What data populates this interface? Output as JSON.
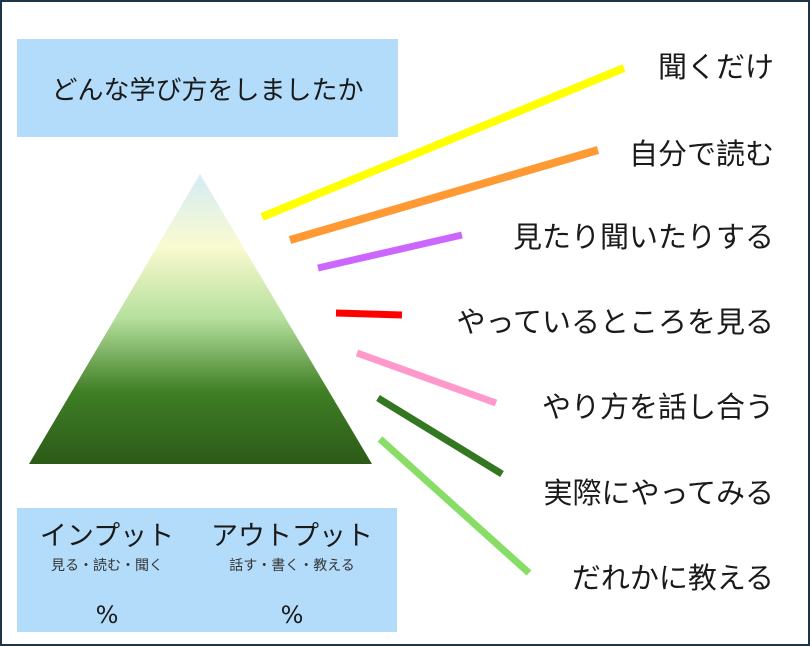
{
  "title": "どんな学び方をしましたか",
  "levels": [
    {
      "label": "聞くだけ",
      "color": "#ffff00"
    },
    {
      "label": "自分で読む",
      "color": "#ff9933"
    },
    {
      "label": "見たり聞いたりする",
      "color": "#cc66ff"
    },
    {
      "label": "やっているところを見る",
      "color": "#ff0000"
    },
    {
      "label": "やり方を話し合う",
      "color": "#ff99cc"
    },
    {
      "label": "実際にやってみる",
      "color": "#337722"
    },
    {
      "label": "だれかに教える",
      "color": "#88dd66"
    }
  ],
  "input": {
    "heading": "インプット",
    "sub": "見る・読む・聞く",
    "percent": "%"
  },
  "output": {
    "heading": "アウトプット",
    "sub": "話す・書く・教える",
    "percent": "%"
  }
}
